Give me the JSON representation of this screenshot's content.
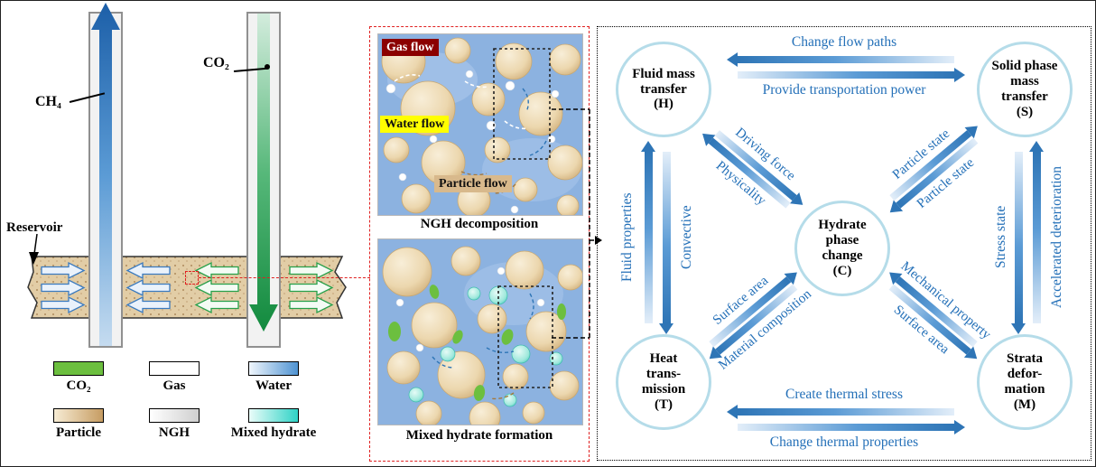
{
  "left": {
    "ch4_label": "CH₄",
    "co2_label": "CO₂",
    "reservoir_label": "Reservoir",
    "legend": [
      "CO₂",
      "Gas",
      "Water",
      "Particle",
      "NGH",
      "Mixed hydrate"
    ]
  },
  "middle": {
    "gas_flow_label": "Gas flow",
    "water_flow_label": "Water flow",
    "particle_flow_label": "Particle flow",
    "top_caption": "NGH decomposition",
    "bottom_caption": "Mixed hydrate formation"
  },
  "right": {
    "nodes": {
      "h": [
        "Fluid mass",
        "transfer",
        "(H)"
      ],
      "s": [
        "Solid phase",
        "mass",
        "transfer",
        "(S)"
      ],
      "c": [
        "Hydrate",
        "phase",
        "change",
        "(C)"
      ],
      "t": [
        "Heat",
        "trans-",
        "mission",
        "(T)"
      ],
      "m": [
        "Strata",
        "defor-",
        "mation",
        "(M)"
      ]
    },
    "edges": {
      "top_a": "Change flow paths",
      "top_b": "Provide transportation power",
      "left_a": "Fluid properties",
      "left_b": "Convective",
      "right_a": "Stress state",
      "right_b": "Accelerated deterioration",
      "bottom_a": "Create thermal stress",
      "bottom_b": "Change thermal properties",
      "hc_a": "Driving force",
      "hc_b": "Physicality",
      "sc_a": "Particle state",
      "sc_b": "Particle state",
      "tc_a": "Surface area",
      "tc_b": "Material composition",
      "mc_a": "Mechanical property",
      "mc_b": "Surface area"
    }
  },
  "colors": {
    "arrow_blue": "#2e75b6",
    "edge_label_blue": "#2470b8",
    "node_border_blue": "#b5dce9",
    "co2_green": "#6cbf3f",
    "water_blue": "#4f93d2",
    "particle_tan": "#c69c62",
    "mixed_hydrate_cyan": "#2fd3c6",
    "gas_flow_bg": "#8b0000",
    "water_flow_bg": "#ffff00",
    "particle_flow_bg": "#d8b98c",
    "red_dashed": "#e02020"
  }
}
